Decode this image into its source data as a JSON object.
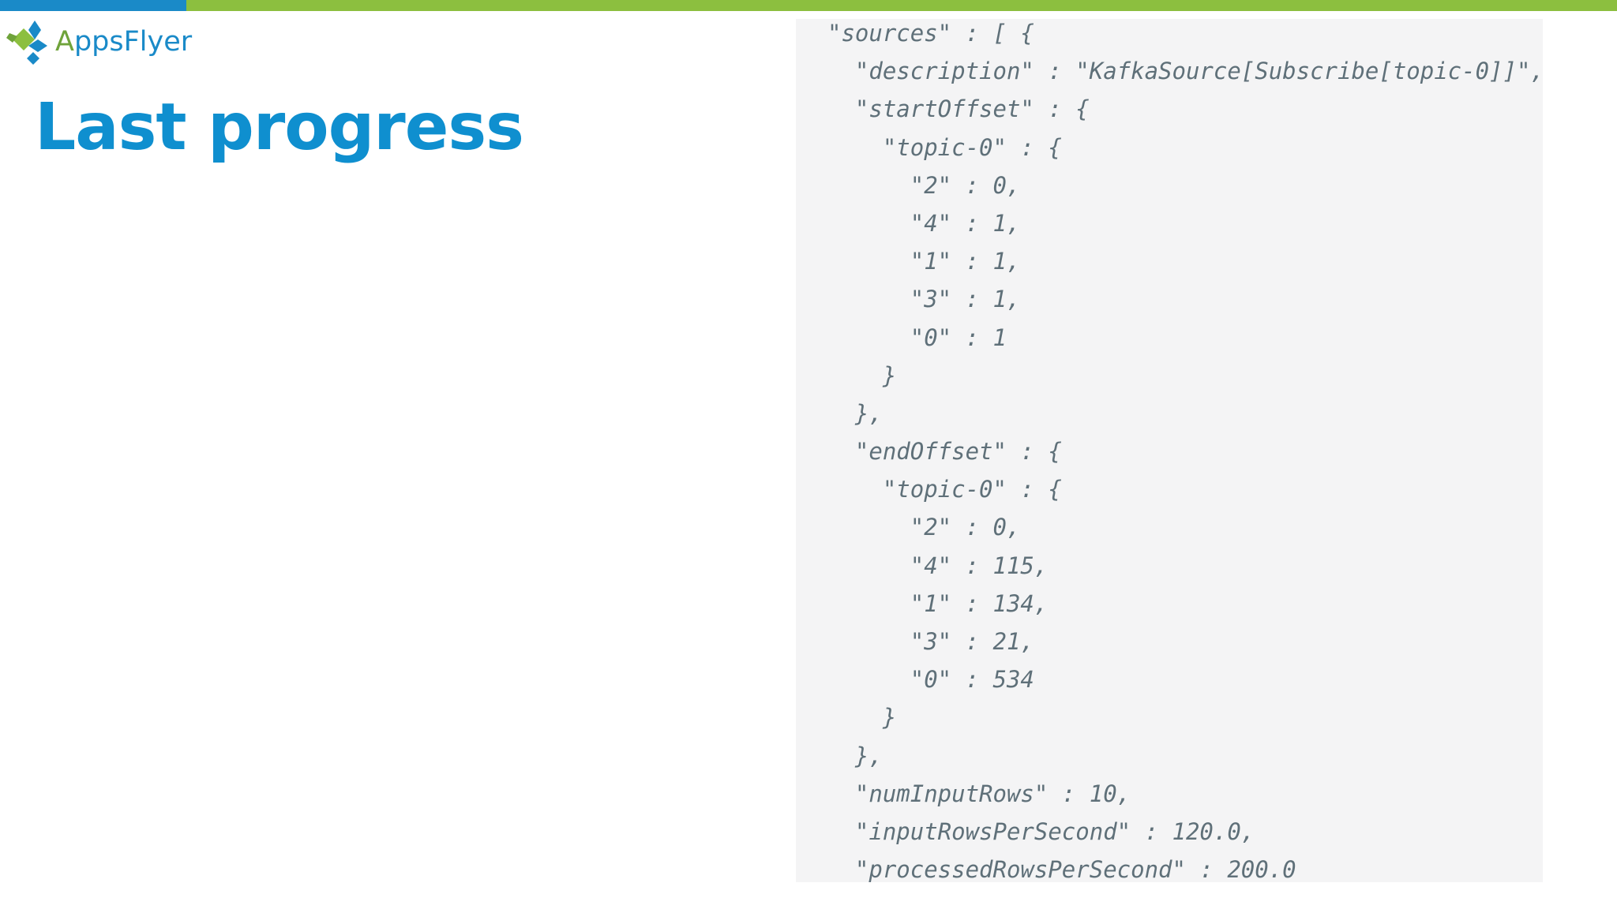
{
  "brand": {
    "logo_text_first": "A",
    "logo_text_rest": "ppsFlyer",
    "colors": {
      "blue": "#1a8ac8",
      "green": "#8cbf3f",
      "title": "#0f8fcf",
      "code_text": "#5f7079",
      "code_bg": "#f4f4f5"
    }
  },
  "slide": {
    "title": "Last progress"
  },
  "code": {
    "lines": [
      "\"sources\" : [ {",
      "  \"description\" : \"KafkaSource[Subscribe[topic-0]]\",",
      "  \"startOffset\" : {",
      "    \"topic-0\" : {",
      "      \"2\" : 0,",
      "      \"4\" : 1,",
      "      \"1\" : 1,",
      "      \"3\" : 1,",
      "      \"0\" : 1",
      "    }",
      "  },",
      "  \"endOffset\" : {",
      "    \"topic-0\" : {",
      "      \"2\" : 0,",
      "      \"4\" : 115,",
      "      \"1\" : 134,",
      "      \"3\" : 21,",
      "      \"0\" : 534",
      "    }",
      "  },",
      "  \"numInputRows\" : 10,",
      "  \"inputRowsPerSecond\" : 120.0,",
      "  \"processedRowsPerSecond\" : 200.0"
    ]
  }
}
